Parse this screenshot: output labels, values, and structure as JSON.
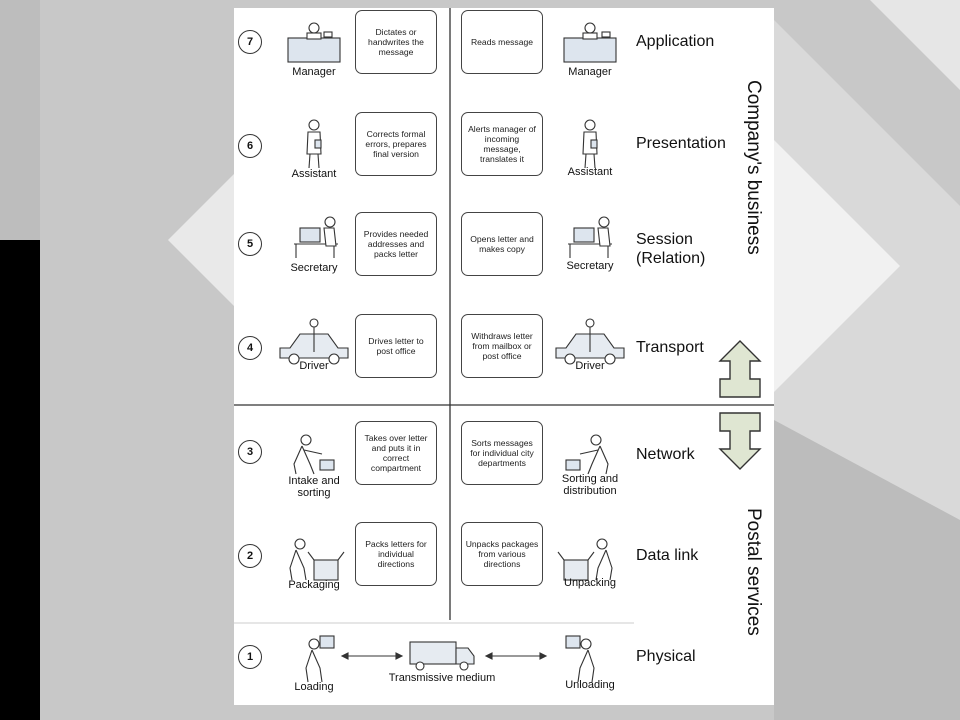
{
  "layers": [
    {
      "num": "7",
      "name": "Application",
      "left_role": "Manager",
      "left_action": "Dictates or handwrites the message",
      "right_action": "Reads message",
      "right_role": "Manager"
    },
    {
      "num": "6",
      "name": "Presentation",
      "left_role": "Assistant",
      "left_action": "Corrects formal errors, prepares final version",
      "right_action": "Alerts manager of incoming message, translates it",
      "right_role": "Assistant"
    },
    {
      "num": "5",
      "name": "Session\n(Relation)",
      "left_role": "Secretary",
      "left_action": "Provides needed addresses and packs letter",
      "right_action": "Opens letter and makes copy",
      "right_role": "Secretary"
    },
    {
      "num": "4",
      "name": "Transport",
      "left_role": "Driver",
      "left_action": "Drives letter to post office",
      "right_action": "Withdraws letter from mailbox or post office",
      "right_role": "Driver"
    },
    {
      "num": "3",
      "name": "Network",
      "left_role": "Intake and\nsorting",
      "left_action": "Takes over letter and puts it in correct compartment",
      "right_action": "Sorts messages for individual city departments",
      "right_role": "Sorting and\ndistribution"
    },
    {
      "num": "2",
      "name": "Data link",
      "left_role": "Packaging",
      "left_action": "Packs letters for individual directions",
      "right_action": "Unpacks packages from various directions",
      "right_role": "Unpacking"
    }
  ],
  "physical": {
    "num": "1",
    "name": "Physical",
    "left_role": "Loading",
    "medium": "Transmissive medium",
    "right_role": "Unloading"
  },
  "groups": {
    "upper": "Company's business",
    "lower": "Postal services"
  },
  "colors": {
    "arrow_fill": "#dfe6d2",
    "arrow_stroke": "#333333",
    "background": "#c8c8c8",
    "panel": "#ffffff"
  }
}
